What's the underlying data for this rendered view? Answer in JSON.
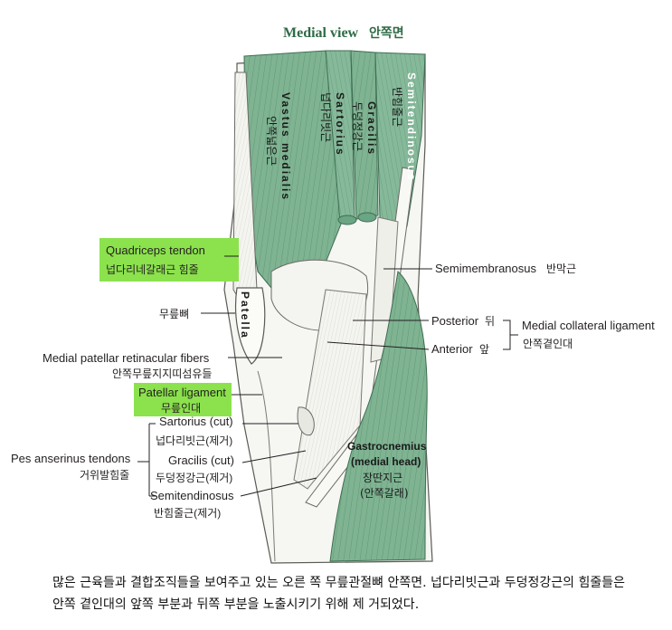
{
  "title": {
    "en": "Medial view",
    "ko": "안쪽면"
  },
  "labels": {
    "quadriceps_tendon": {
      "en": "Quadriceps tendon",
      "ko": "넙다리네갈래근 힘줄"
    },
    "patella_ko": "무릎뼈",
    "medial_patellar": {
      "en": "Medial patellar retinacular fibers",
      "ko": "안쪽무릎지지띠섬유들"
    },
    "patellar_ligament": {
      "en": "Patellar ligament",
      "ko": "무릎인대"
    },
    "pes_anserinus": {
      "en": "Pes anserinus tendons",
      "ko": "거위발힘줄"
    },
    "sartorius_cut": {
      "en": "Sartorius (cut)",
      "ko": "넙다리빗근(제거)"
    },
    "gracilis_cut": {
      "en": "Gracilis (cut)",
      "ko": "두덩정강근(제거)"
    },
    "semitendinosus": {
      "en": "Semitendinosus",
      "ko": "반힘줄근(제거)"
    },
    "semimembranosus": {
      "en": "Semimembranosus",
      "ko": "반막근"
    },
    "posterior": {
      "en": "Posterior",
      "ko": "뒤"
    },
    "anterior": {
      "en": "Anterior",
      "ko": "앞"
    },
    "mcl": {
      "en": "Medial collateral ligament",
      "ko": "안쪽곁인대"
    },
    "gastrocnemius": {
      "en1": "Gastrocnemius",
      "en2": "(medial head)",
      "ko1": "장딴지근",
      "ko2": "(안쪽갈래)"
    }
  },
  "vertical_labels": {
    "vastus_en": "Vastus medialis",
    "vastus_ko": "안쪽넓은근",
    "patella_en": "Patella",
    "sartorius_en": "Sartorius",
    "sartorius_ko": "넙다리빗근",
    "gracilis_en": "Gracilis",
    "gracilis_ko": "두덩정강근",
    "semitendinosus_en": "Semitendinosus",
    "semitendinosus_ko": "반힘줄근"
  },
  "caption": {
    "line1": "많은 근육들과 결합조직들을 보여주고 있는 오른 쪽 무릎관절뼈 안쪽면. 넙다리빗근과 두덩정강근의 힘줄들은",
    "line2": "안쪽 곁인대의 앞쪽 부분과 뒤쪽 부분을 노출시키기 위해 제 거되었다."
  },
  "colors": {
    "muscle": "#7fb392",
    "muscle_dark": "#5e9a76",
    "highlight": "#8be24d",
    "title": "#2f6b47",
    "bone": "#f6f6f3"
  }
}
